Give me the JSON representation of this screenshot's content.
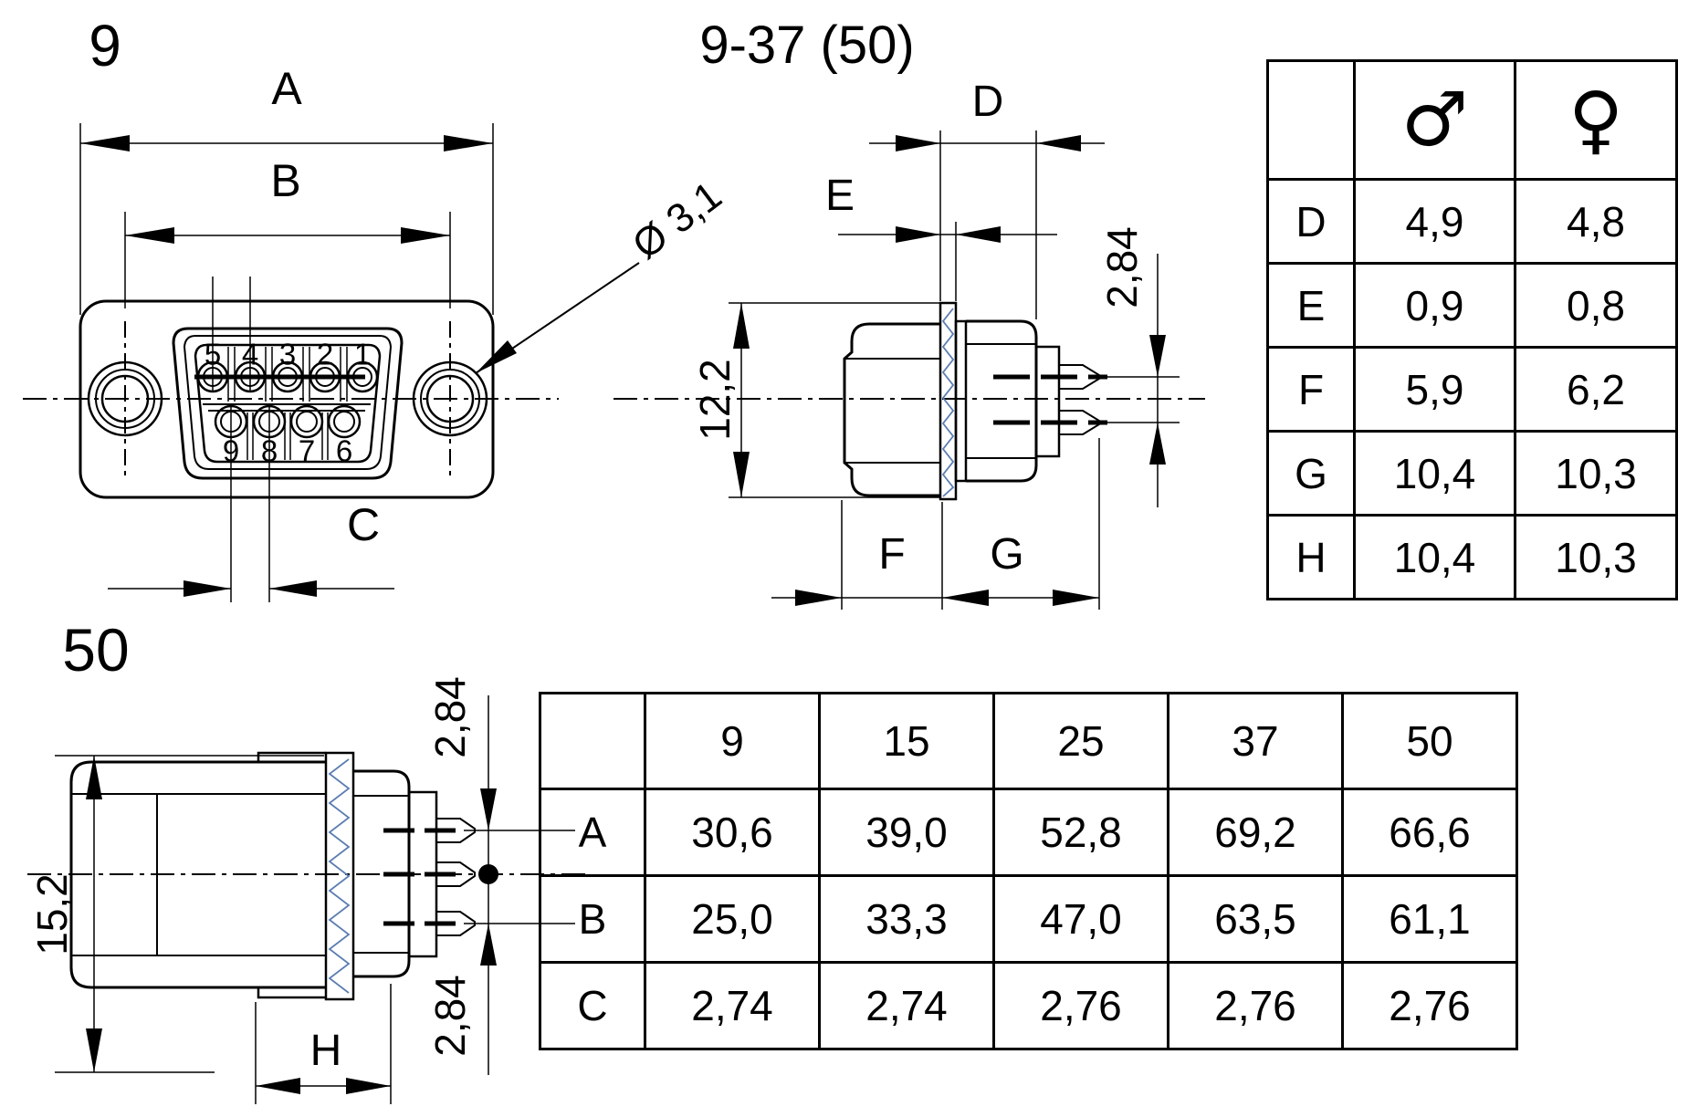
{
  "drawing": {
    "front_view": {
      "title": "9",
      "dim_a": "A",
      "dim_b": "B",
      "dim_c": "C",
      "hole_diameter": "Ø 3,1",
      "pin_numbers_top": [
        "5",
        "4",
        "3",
        "2",
        "1"
      ],
      "pin_numbers_bottom": [
        "9",
        "8",
        "7",
        "6"
      ]
    },
    "side_view_9_37": {
      "title": "9-37 (50)",
      "dim_d": "D",
      "dim_e": "E",
      "dim_f": "F",
      "dim_g": "G",
      "flange_height": "12,2",
      "row_spacing": "2,84"
    },
    "side_view_50": {
      "title": "50",
      "flange_height": "15,2",
      "dim_h": "H",
      "row_spacing_upper": "2,84",
      "row_spacing_lower": "2,84"
    }
  },
  "gender_table": {
    "male_symbol": "♂",
    "female_symbol": "♀",
    "rows": [
      {
        "label": "D",
        "male": "4,9",
        "female": "4,8"
      },
      {
        "label": "E",
        "male": "0,9",
        "female": "0,8"
      },
      {
        "label": "F",
        "male": "5,9",
        "female": "6,2"
      },
      {
        "label": "G",
        "male": "10,4",
        "female": "10,3"
      },
      {
        "label": "H",
        "male": "10,4",
        "female": "10,3"
      }
    ]
  },
  "size_table": {
    "columns": [
      "9",
      "15",
      "25",
      "37",
      "50"
    ],
    "rows": [
      {
        "label": "A",
        "values": [
          "30,6",
          "39,0",
          "52,8",
          "69,2",
          "66,6"
        ]
      },
      {
        "label": "B",
        "values": [
          "25,0",
          "33,3",
          "47,0",
          "63,5",
          "61,1"
        ]
      },
      {
        "label": "C",
        "values": [
          "2,74",
          "2,74",
          "2,76",
          "2,76",
          "2,76"
        ]
      }
    ]
  },
  "colors": {
    "line": "#000000",
    "hatch": "#5b7db1",
    "background": "#ffffff"
  }
}
